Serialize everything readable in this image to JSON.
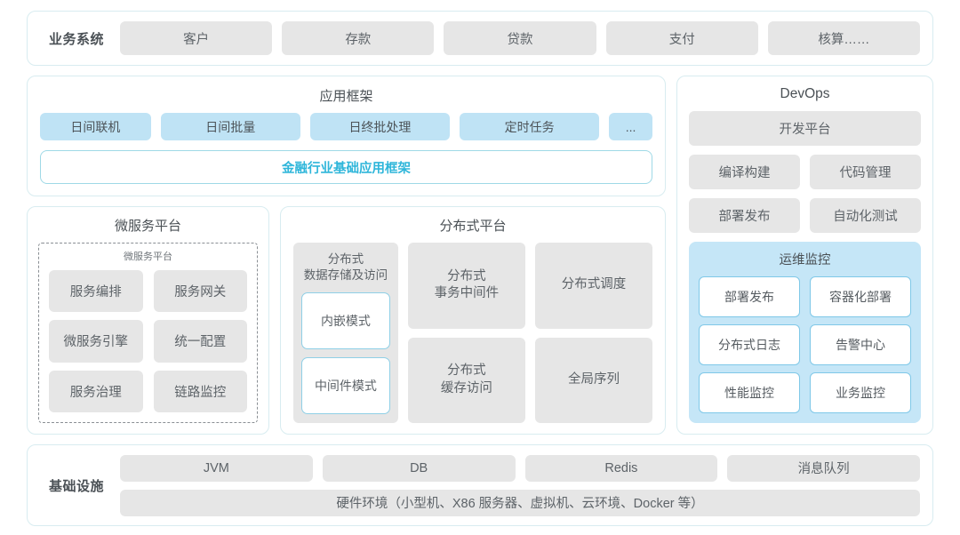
{
  "business_systems": {
    "label": "业务系统",
    "items": [
      "客户",
      "存款",
      "贷款",
      "支付",
      "核算……"
    ]
  },
  "app_framework": {
    "title": "应用框架",
    "chips": [
      "日间联机",
      "日间批量",
      "日终批处理",
      "定时任务",
      "..."
    ],
    "band": "金融行业基础应用框架",
    "band_color": "#2fb6da"
  },
  "micro_platform": {
    "title": "微服务平台",
    "inner_title": "微服务平台",
    "items": [
      "服务编排",
      "服务网关",
      "微服务引擎",
      "统一配置",
      "服务治理",
      "链路监控"
    ]
  },
  "dist_platform": {
    "title": "分布式平台",
    "storage": {
      "title": "分布式\n数据存储及访问",
      "modes": [
        "内嵌模式",
        "中间件模式"
      ]
    },
    "cells": [
      "分布式\n事务中间件",
      "分布式调度",
      "分布式\n缓存访问",
      "全局序列"
    ]
  },
  "devops": {
    "title": "DevOps",
    "platform": "开发平台",
    "pairs": [
      [
        "编译构建",
        "代码管理"
      ],
      [
        "部署发布",
        "自动化测试"
      ]
    ],
    "ops": {
      "title": "运维监控",
      "items": [
        "部署发布",
        "容器化部署",
        "分布式日志",
        "告警中心",
        "性能监控",
        "业务监控"
      ],
      "panel_color": "#c5e6f7"
    }
  },
  "infrastructure": {
    "label": "基础设施",
    "items": [
      "JVM",
      "DB",
      "Redis",
      "消息队列"
    ],
    "hardware": "硬件环境（小型机、X86 服务器、虚拟机、云环境、Docker 等）"
  },
  "theme": {
    "chip_gray": "#e6e6e6",
    "chip_blue": "#bfe3f5",
    "border": "#d8ecf0"
  }
}
